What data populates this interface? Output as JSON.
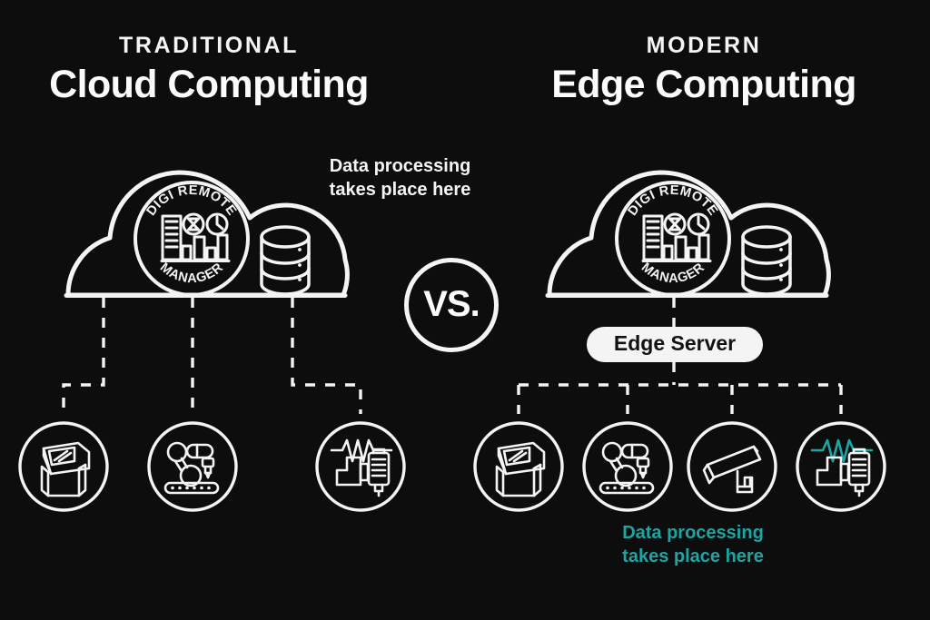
{
  "background_color": "#0d0d0d",
  "stroke_color": "#f4f4f4",
  "accent_color": "#1ba6a3",
  "panels": {
    "left": {
      "kicker": "TRADITIONAL",
      "title": "Cloud Computing",
      "caption": "Data processing\ntakes place here",
      "caption_line1": "Data processing",
      "caption_line2": "takes place here",
      "cloud": {
        "badge": {
          "top_arc": "DIGI REMOTE",
          "bottom_arc": "MANAGER"
        },
        "database_label": "database-cylinder"
      },
      "devices": [
        {
          "name": "kiosk-terminal",
          "highlight": false
        },
        {
          "name": "robotic-arm",
          "highlight": false
        },
        {
          "name": "industrial-machine",
          "highlight": false
        }
      ]
    },
    "right": {
      "kicker": "MODERN",
      "title": "Edge Computing",
      "edge_server_label": "Edge Server",
      "caption_line1": "Data processing",
      "caption_line2": "takes place here",
      "cloud": {
        "badge": {
          "top_arc": "DIGI REMOTE",
          "bottom_arc": "MANAGER"
        },
        "database_label": "database-cylinder"
      },
      "devices": [
        {
          "name": "kiosk-terminal",
          "highlight": false
        },
        {
          "name": "robotic-arm",
          "highlight": false
        },
        {
          "name": "security-camera",
          "highlight": false
        },
        {
          "name": "industrial-machine",
          "highlight": true
        }
      ]
    }
  },
  "center": {
    "vs_label": "VS."
  }
}
